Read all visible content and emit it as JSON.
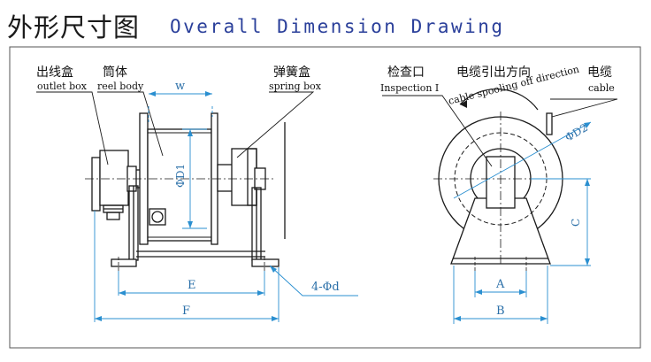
{
  "title": {
    "cn": "外形尺寸图",
    "en": "Overall Dimension Drawing"
  },
  "labels": {
    "outlet_box_cn": "出线盒",
    "outlet_box_en": "outlet box",
    "reel_body_cn": "筒体",
    "reel_body_en": "reel body",
    "spring_box_cn": "弹簧盒",
    "spring_box_en": "spring box",
    "inspection_cn": "检查口",
    "inspection_en": "Inspection I",
    "cable_dir_cn": "电缆引出方向",
    "cable_dir_en": "cable spooling off direction",
    "cable_cn": "电缆",
    "cable_en": "cable"
  },
  "dimensions": {
    "w": "w",
    "d1": "ΦD1",
    "d2": "ΦD2",
    "e": "E",
    "f": "F",
    "holes": "4-Φd",
    "a": "A",
    "b": "B",
    "c": "C"
  },
  "colors": {
    "line": "#1a1a1a",
    "dimension": "#2a8fd0",
    "title_en": "#2a3f9a"
  }
}
